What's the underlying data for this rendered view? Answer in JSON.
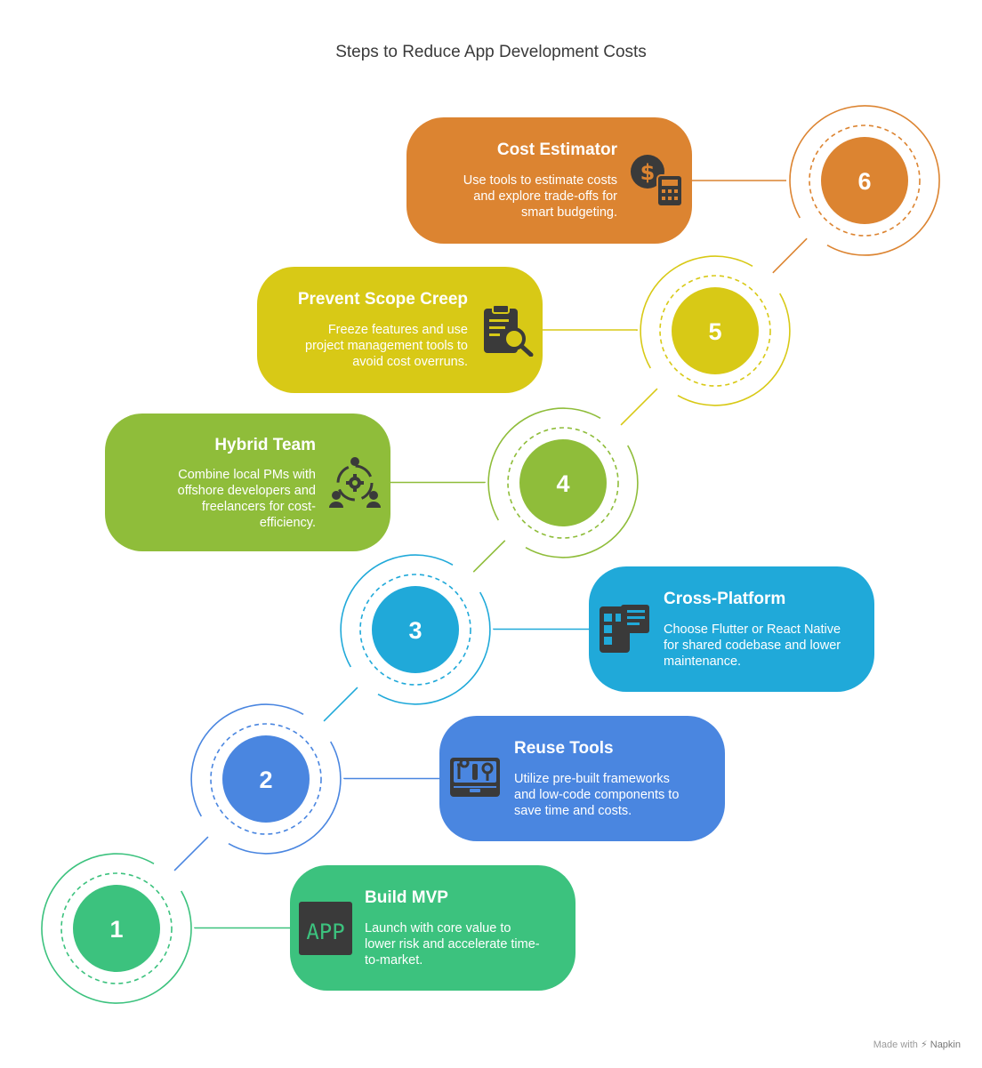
{
  "title": "Steps to Reduce App Development Costs",
  "steps": [
    {
      "number": "1",
      "title": "Build MVP",
      "description": "Launch with core value to lower risk and accelerate time-to-market.",
      "color": "#3cc27e",
      "icon": "app-icon",
      "icon_text": "APP"
    },
    {
      "number": "2",
      "title": "Reuse Tools",
      "description": "Utilize pre-built frameworks and low-code components to save time and costs.",
      "color": "#4a86e0",
      "icon": "toolbox-icon"
    },
    {
      "number": "3",
      "title": "Cross-Platform",
      "description": "Choose Flutter or React Native for shared codebase and lower maintenance.",
      "color": "#20a9d9",
      "icon": "devices-icon"
    },
    {
      "number": "4",
      "title": "Hybrid Team",
      "description": "Combine local PMs with offshore developers and freelancers for cost-efficiency.",
      "color": "#8fbd3a",
      "icon": "team-gear-icon"
    },
    {
      "number": "5",
      "title": "Prevent Scope Creep",
      "description": "Freeze features and use project management tools to avoid cost overruns.",
      "color": "#d8c916",
      "icon": "clipboard-search-icon"
    },
    {
      "number": "6",
      "title": "Cost Estimator",
      "description": "Use tools to estimate costs and explore trade-offs for smart budgeting.",
      "color": "#dc8431",
      "icon": "calculator-dollar-icon"
    }
  ],
  "footer": {
    "made_with": "Made with",
    "brand": "Napkin"
  }
}
